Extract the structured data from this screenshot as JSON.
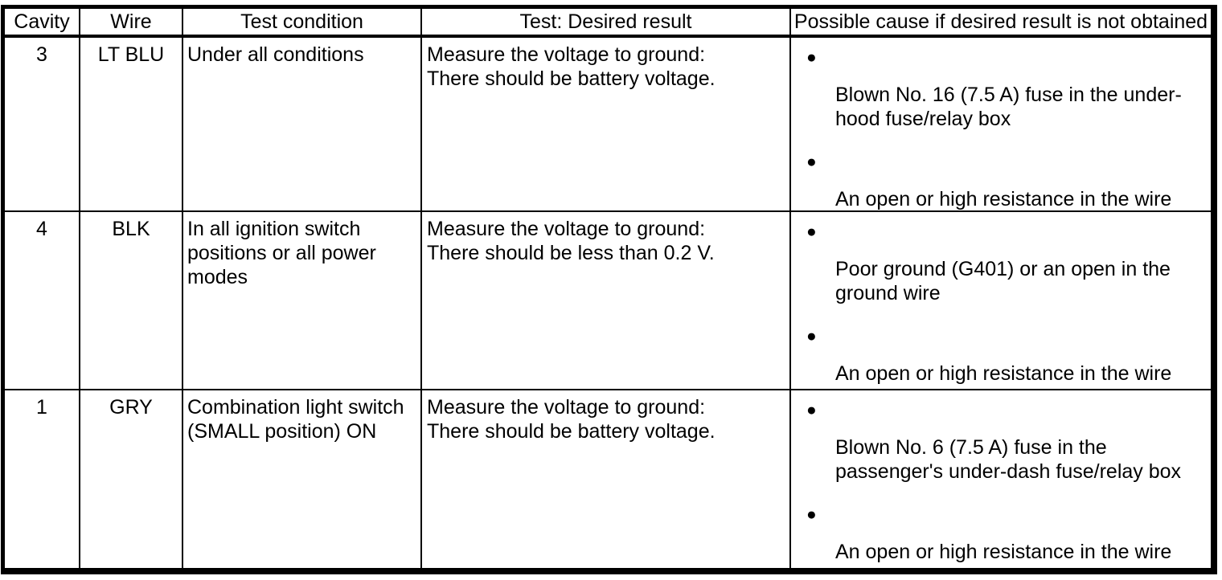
{
  "icons": {
    "bullet": "●"
  },
  "header": {
    "cavity": "Cavity",
    "wire": "Wire",
    "condition": "Test condition",
    "result": "Test: Desired result",
    "cause": "Possible cause if desired result is not obtained"
  },
  "rows": [
    {
      "cavity": "3",
      "wire": "LT BLU",
      "condition": "Under all conditions",
      "result_instruction": "Measure the voltage to ground:",
      "result_desired": "There should be battery voltage.",
      "causes": [
        "Blown No. 16 (7.5 A) fuse in the under-hood fuse/relay box",
        "An open or high resistance in the wire"
      ]
    },
    {
      "cavity": "4",
      "wire": "BLK",
      "condition": "In all ignition switch positions or all power modes",
      "result_instruction": "Measure the voltage to ground:",
      "result_desired": "There should be less than 0.2 V.",
      "causes": [
        "Poor ground (G401) or an open in the ground wire",
        "An open or high resistance in the wire"
      ]
    },
    {
      "cavity": "1",
      "wire": "GRY",
      "condition": "Combination light switch (SMALL position) ON",
      "result_instruction": "Measure the voltage to ground:",
      "result_desired": "There should be battery voltage.",
      "causes": [
        "Blown No. 6 (7.5 A) fuse in the passenger's under-dash fuse/relay box",
        "An open or high resistance in the wire"
      ]
    }
  ]
}
